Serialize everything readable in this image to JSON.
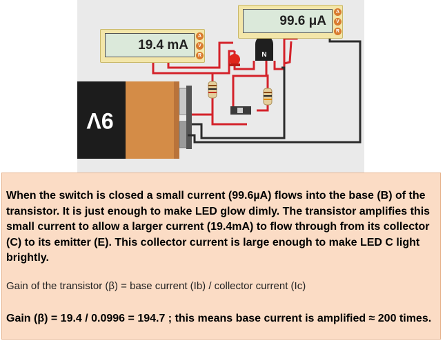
{
  "meters": {
    "collector": {
      "reading": "19.4 mA",
      "knobs": [
        "A",
        "V",
        "R"
      ]
    },
    "base": {
      "reading": "99.6 μA",
      "knobs": [
        "A",
        "V",
        "R"
      ]
    }
  },
  "battery": {
    "label": "9V"
  },
  "transistor": {
    "label": "N"
  },
  "explanation": {
    "paragraph1": "When the switch is closed a small current (99.6µA) flows into the base (B) of the transistor. It is just enough to make LED  glow dimly. The transistor amplifies this small current to allow a larger current (19.4mA) to flow through from its collector (C) to its emitter (E). This collector current is large enough to make LED C light brightly.",
    "paragraph2": "Gain of the transistor (β) = base current (Ib) / collector current (Ic)",
    "paragraph3": "Gain (β)  = 19.4 / 0.0996  =  194.7 ; this means base current is amplified ≈ 200 times."
  },
  "colors": {
    "wire_red": "#d4222a",
    "wire_black": "#2b2b2b",
    "meter_body": "#f3e6a9",
    "meter_screen": "#dbe9da",
    "knob": "#d97b2f",
    "battery_copper": "#d48c47",
    "battery_dark": "#1c1c1c",
    "text_panel": "#fbdcc5"
  }
}
